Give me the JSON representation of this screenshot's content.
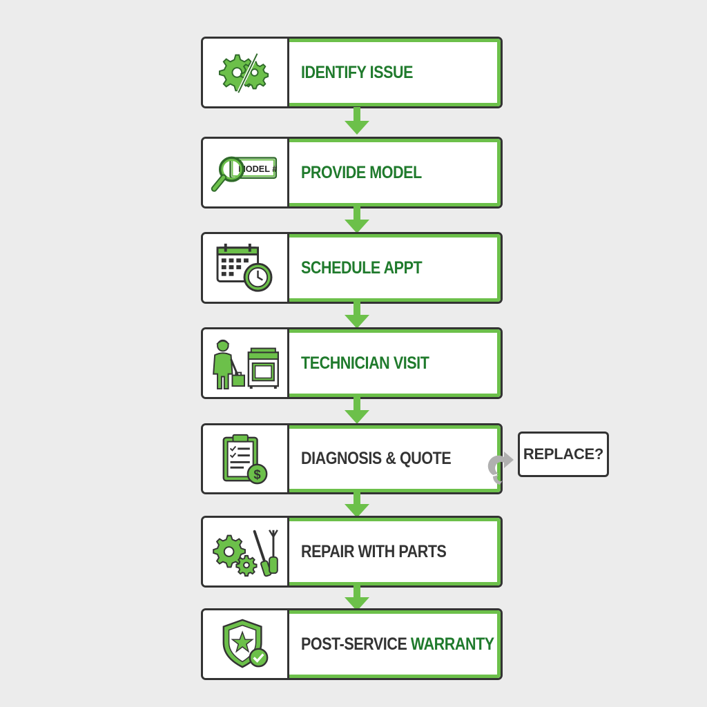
{
  "steps": [
    {
      "label": "IDENTIFY ISSUE",
      "icon": "gears-wrench-icon"
    },
    {
      "label": "PROVIDE MODEL",
      "icon": "magnifier-model-icon",
      "icon_text": "MODEL #"
    },
    {
      "label": "SCHEDULE APPT",
      "icon": "calendar-clock-icon"
    },
    {
      "label": "TECHNICIAN VISIT",
      "icon": "technician-stove-icon"
    },
    {
      "label": "DIAGNOSIS & QUOTE",
      "icon": "clipboard-dollar-icon"
    },
    {
      "label": "REPAIR WITH PARTS",
      "icon": "gears-tools-icon"
    },
    {
      "label_part1": "POST-SERVICE",
      "label_part2": "WARRANTY",
      "icon": "shield-star-check-icon"
    }
  ],
  "side_option": {
    "label": "REPLACE?"
  },
  "colors": {
    "green": "#6cc04a",
    "dark_green": "#1f7a2c",
    "border": "#333333",
    "background": "#ececec",
    "loop_gray": "#b0b0b0"
  }
}
